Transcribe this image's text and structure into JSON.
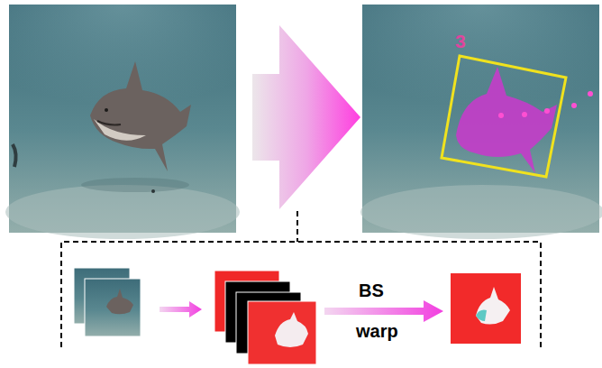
{
  "diagram": {
    "labels": [
      "3",
      "BS",
      "warp"
    ]
  }
}
